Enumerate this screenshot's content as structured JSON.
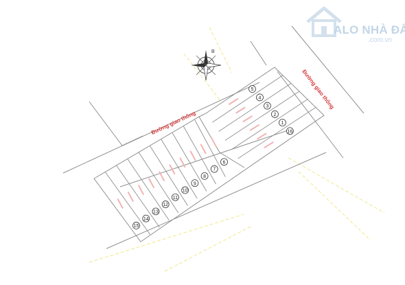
{
  "watermark": {
    "brand": "ALO NHÀ ĐẤT",
    "domain": ".com.vn"
  },
  "compass": {
    "north_label": "B"
  },
  "roads": {
    "top_left": "Đường giao thông",
    "right": "Đường giao thông"
  },
  "lots": {
    "upper_row": [
      "15",
      "14",
      "13",
      "12",
      "11",
      "10",
      "9",
      "8",
      "7",
      "6"
    ],
    "right_block": [
      "5",
      "4",
      "3",
      "2",
      "1",
      "16"
    ]
  },
  "colors": {
    "lines": "#8f8f8f",
    "road_label": "#d43a3a",
    "lot_text": "#e06060",
    "guide": "#f0ea8a",
    "watermark": "#bcd2e6"
  }
}
